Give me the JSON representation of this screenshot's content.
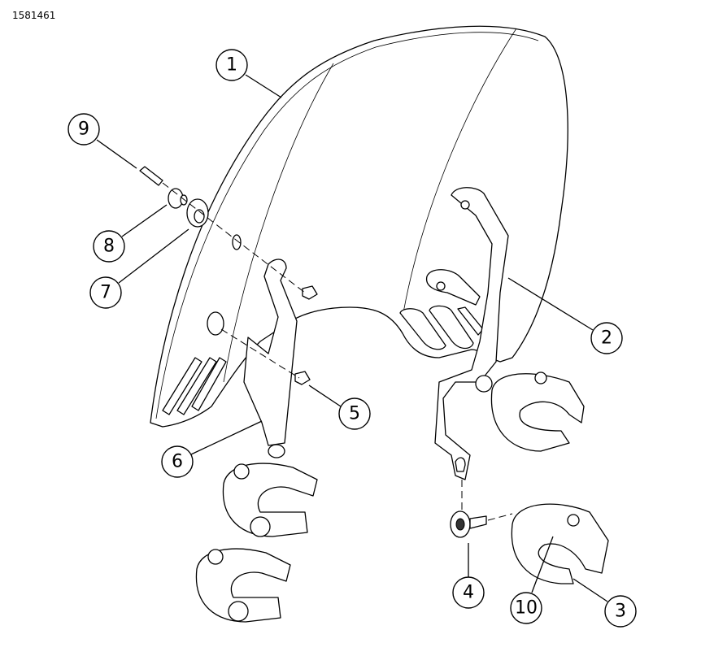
{
  "drawing_number": "1581461",
  "callouts": [
    {
      "id": "1",
      "label": "1"
    },
    {
      "id": "2",
      "label": "2"
    },
    {
      "id": "3",
      "label": "3"
    },
    {
      "id": "4",
      "label": "4"
    },
    {
      "id": "5",
      "label": "5"
    },
    {
      "id": "6",
      "label": "6"
    },
    {
      "id": "7",
      "label": "7"
    },
    {
      "id": "8",
      "label": "8"
    },
    {
      "id": "9",
      "label": "9"
    },
    {
      "id": "10",
      "label": "10"
    }
  ]
}
